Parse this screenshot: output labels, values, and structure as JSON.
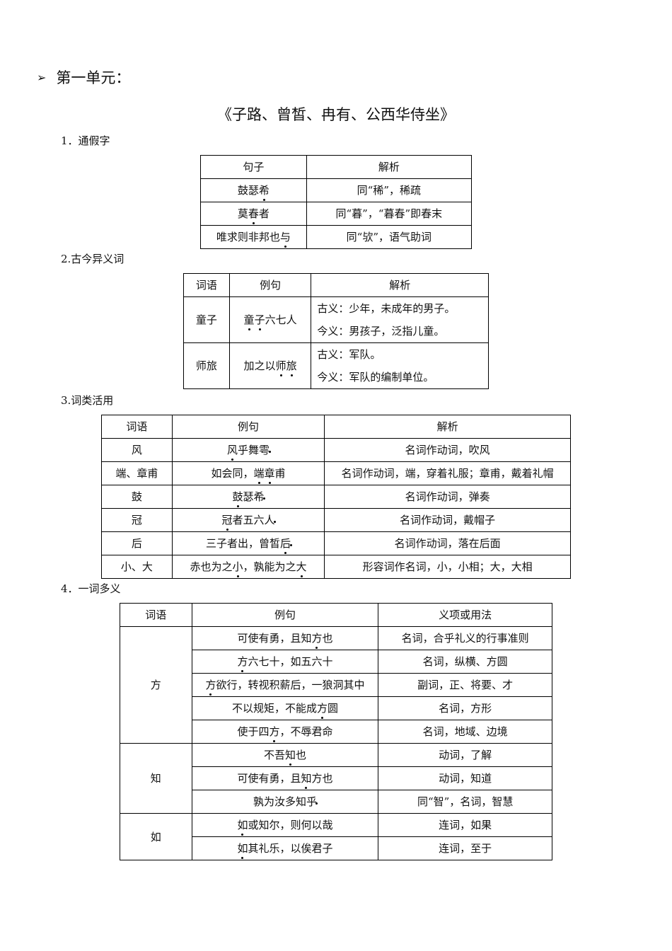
{
  "unit_heading": "第一单元：",
  "lesson_title": "《子路、曾皙、冉有、公西华侍坐》",
  "sections": {
    "s1": "1．通假字",
    "s2": "2.古今异义词",
    "s3": "3.词类活用",
    "s4": "4．一词多义"
  },
  "t1": {
    "headers": [
      "句子",
      "解析"
    ],
    "rows": [
      {
        "pre": "鼓瑟",
        "dot": "希",
        "post": "",
        "exp": "同“稀”，稀疏"
      },
      {
        "pre": "莫",
        "dot": "春",
        "post": "者",
        "exp": "同“暮”，“暮春”即春末"
      },
      {
        "pre": "唯求则非邦也",
        "dot": "与",
        "post": "",
        "exp": "同“欤”，语气助词"
      }
    ]
  },
  "t2": {
    "headers": [
      "词语",
      "例句",
      "解析"
    ],
    "rows": [
      {
        "word": "童子",
        "ex_pre": "",
        "ex_dot1": "童",
        "ex_mid": "",
        "ex_dot2": "子",
        "ex_post": "六七人",
        "ancient": "古义：少年，未成年的男子。",
        "modern": "今义：男孩子，泛指儿童。"
      },
      {
        "word": "师旅",
        "ex_pre": "加之以",
        "ex_dot1": "师",
        "ex_mid": "",
        "ex_dot2": "旅",
        "ex_post": "",
        "ancient": "古义：军队。",
        "modern": "今义：军队的编制单位。"
      }
    ]
  },
  "t3": {
    "headers": [
      "词语",
      "例句",
      "解析"
    ],
    "rows": [
      {
        "word": "风",
        "pre": "",
        "d1": "风",
        "mid": "乎舞雩",
        "d2": "",
        "post": "",
        "exp": "名词作动词，吹风"
      },
      {
        "word": "端、章甫",
        "pre": "如会同，",
        "d1": "端",
        "mid": "",
        "d2": "章",
        "post": "甫",
        "exp": "名词作动词，端，穿着礼服；章甫，戴着礼帽"
      },
      {
        "word": "鼓",
        "pre": "",
        "d1": "鼓",
        "mid": "瑟希",
        "d2": "",
        "post": "",
        "exp": "名词作动词，弹奏"
      },
      {
        "word": "冠",
        "pre": "",
        "d1": "冠",
        "mid": "者五六人",
        "d2": "",
        "post": "",
        "exp": "名词作动词，戴帽子"
      },
      {
        "word": "后",
        "pre": "三子者出，曾皙",
        "d1": "后",
        "mid": "",
        "d2": "",
        "post": "",
        "exp": "名词作动词，落在后面"
      },
      {
        "word": "小、大",
        "pre": "赤也为之",
        "d1": "小",
        "mid": "，孰能为之",
        "d2": "大",
        "post": "",
        "exp": "形容词作名词，小，小相；大，大相"
      }
    ]
  },
  "t4": {
    "headers": [
      "词语",
      "例句",
      "义项或用法"
    ],
    "groups": [
      {
        "word": "方",
        "rows": [
          {
            "pre": "可使有勇，且知",
            "dot": "方",
            "post": "也",
            "use": "名词，合乎礼义的行事准则"
          },
          {
            "pre": "",
            "dot": "方",
            "post": "六七十，如五六十",
            "use": "名词，纵横、方圆"
          },
          {
            "pre": "",
            "dot": "方",
            "post": "欲行，转视积薪后，一狼洞其中",
            "use": "副词，正、将要、才"
          },
          {
            "pre": "不以规矩，不能成",
            "dot": "方",
            "post": "圆",
            "use": "名词，方形"
          },
          {
            "pre": "使于四",
            "dot": "方",
            "post": "，不辱君命",
            "use": "名词，地域、边境"
          }
        ]
      },
      {
        "word": "知",
        "rows": [
          {
            "pre": "不吾",
            "dot": "知",
            "post": "也",
            "use": "动词，了解"
          },
          {
            "pre": "可使有勇，且",
            "dot": "知",
            "post": "方也",
            "use": "动词，知道"
          },
          {
            "pre": "孰为汝多知乎",
            "dot": "",
            "post": "",
            "use": "同“智”，名词，智慧"
          }
        ]
      },
      {
        "word": "如",
        "rows": [
          {
            "pre": "",
            "dot": "如",
            "post": "或知尔，则何以哉",
            "use": "连词，如果"
          },
          {
            "pre": "",
            "dot": "如",
            "post": "其礼乐，以俟君子",
            "use": "连词，至于"
          }
        ]
      }
    ]
  }
}
